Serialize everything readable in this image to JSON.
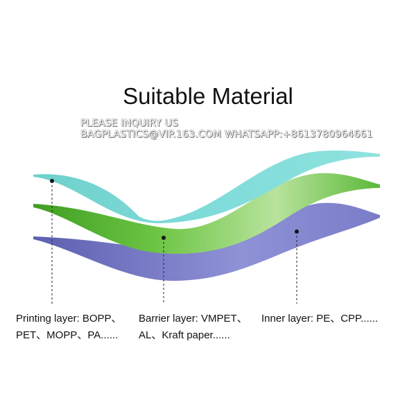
{
  "title": "Suitable Material",
  "watermark": {
    "line1": "PLEASE INQUIRY US",
    "line2": "BAGPLASTICS@VIP.163.COM WHATSAPP:+8613780964661"
  },
  "layers": [
    {
      "line1": "Printing layer: BOPP、",
      "line2": "PET、MOPP、PA......",
      "color": "#7ddbd8"
    },
    {
      "line1": "Barrier layer: VMPET、",
      "line2": "AL、Kraft paper......",
      "color": "#5cb83a"
    },
    {
      "line1": "Inner layer: PE、CPP......",
      "line2": "",
      "color": "#8385cf"
    }
  ]
}
